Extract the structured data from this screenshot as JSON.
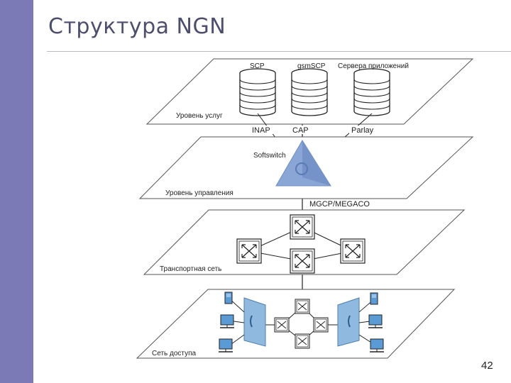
{
  "slide": {
    "title": "Структура NGN",
    "page_number": "42"
  },
  "colors": {
    "side_bar": "#7b79b6",
    "softswitch_fill": "#8aa6d6",
    "access_gateway_fill": "#8fb9de",
    "terminal_fill": "#5b9bd5"
  },
  "diagram": {
    "services_layer": {
      "label": "Уровень услуг",
      "db_labels": [
        "SCP",
        "gsmSCP",
        "Серверa приложений"
      ],
      "protocols": [
        "INAP",
        "CAP",
        "Parlay"
      ]
    },
    "control_layer": {
      "label": "Уровень управления",
      "softswitch_label": "Softswitch",
      "protocol": "MGCP/MEGACO"
    },
    "transport_layer": {
      "label": "Транспортная сеть"
    },
    "access_layer": {
      "label": "Сеть доступа"
    }
  }
}
